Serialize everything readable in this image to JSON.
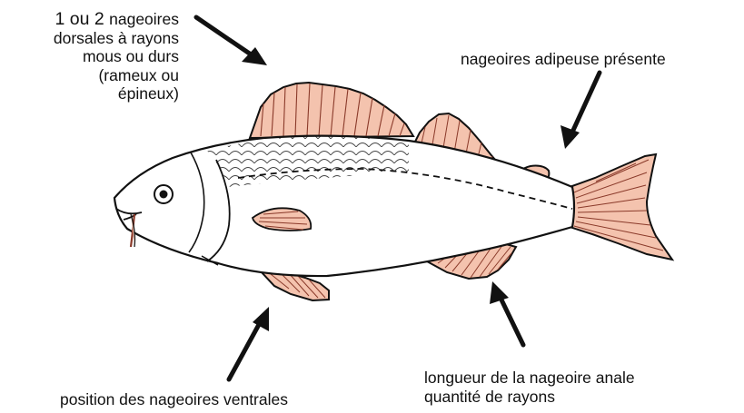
{
  "labels": {
    "dorsal": {
      "lines": [
        "nageoires",
        "dorsales à rayons",
        "mous ou durs",
        "(rameux ou",
        "épineux)"
      ],
      "lead": "1 ou 2 "
    },
    "adipose": "nageoires adipeuse présente",
    "ventral": "position des nageoires ventrales",
    "anal": [
      "longueur de la nageoire anale",
      "quantité de rayons"
    ]
  },
  "colors": {
    "fin_fill": "#f4c3ae",
    "outline": "#111111",
    "arrow": "#111111",
    "body_fill": "#ffffff"
  }
}
